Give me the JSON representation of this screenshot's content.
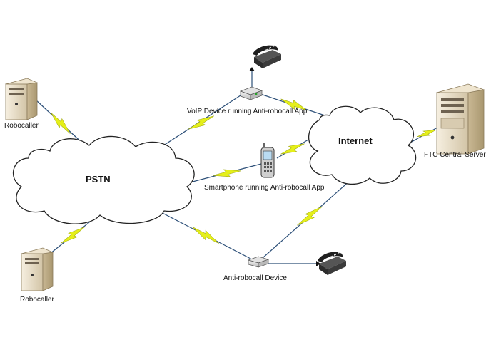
{
  "nodes": {
    "pstn": {
      "label": "PSTN"
    },
    "internet": {
      "label": "Internet"
    },
    "robocaller_top": {
      "label": "Robocaller"
    },
    "robocaller_bottom": {
      "label": "Robocaller"
    },
    "voip_device": {
      "label": "VoIP Device running Anti-robocall App"
    },
    "smartphone": {
      "label": "Smartphone running Anti-robocall App"
    },
    "anti_robocall_device": {
      "label": "Anti-robocall Device"
    },
    "ftc_server": {
      "label": "FTC Central Server"
    }
  },
  "colors": {
    "link_line": "#2c4f78",
    "bolt": "#e5ef1a",
    "cloud_fill": "#ffffff",
    "cloud_stroke": "#222222",
    "server_body": "#e9dcc3"
  },
  "icons": [
    "server-icon",
    "telephone-icon",
    "smartphone-icon",
    "modem-icon",
    "cloud-icon",
    "lightning-bolt-icon"
  ]
}
